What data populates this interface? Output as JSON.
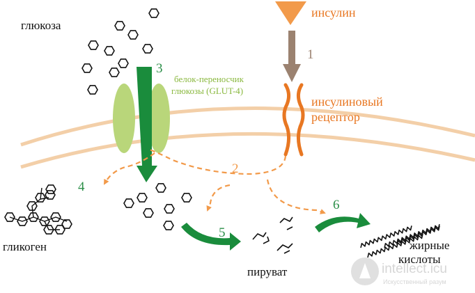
{
  "labels": {
    "glucose": "глюкоза",
    "insulin": "инсулин",
    "transporter_line1": "белок-переносчик",
    "transporter_line2": "глюкозы (GLUT-4)",
    "receptor_line1": "инсулиновый",
    "receptor_line2": "рецептор",
    "glycogen": "гликоген",
    "pyruvate": "пируват",
    "fatty_line1": "жирные",
    "fatty_line2": "кислоты"
  },
  "steps": [
    "1",
    "2",
    "3",
    "4",
    "5",
    "6"
  ],
  "watermark": {
    "brand": "intellect.icu",
    "tagline": "Искусственный разум"
  },
  "colors": {
    "insulin_orange": "#f29a4a",
    "receptor_orange": "#e87722",
    "membrane": "#f3cfa8",
    "glut_green": "#b9d67a",
    "arrow_green": "#1a8c3c",
    "insulin_arrow": "#9b8270",
    "transporter_text": "#8ab83f",
    "step_green": "#2c8f49",
    "text_dark": "#111111"
  }
}
